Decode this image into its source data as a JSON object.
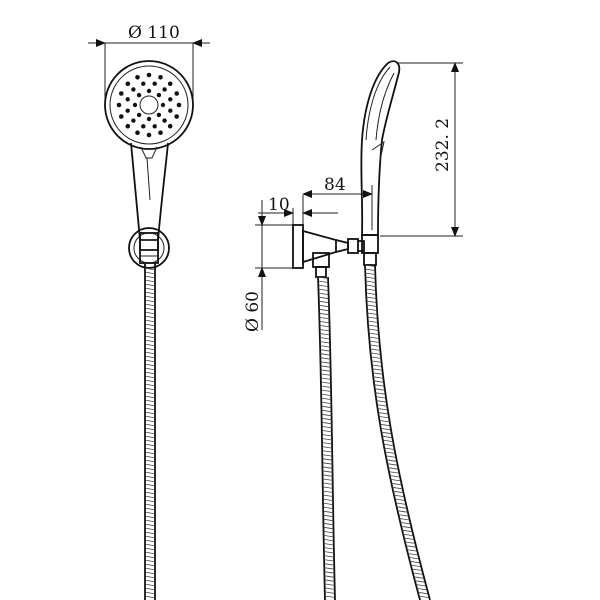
{
  "dimensions": {
    "head_diameter": "Ø 110",
    "handle_length": "232. 2",
    "projection": "84",
    "bracket_depth": "10",
    "bracket_diameter": "Ø 60"
  }
}
